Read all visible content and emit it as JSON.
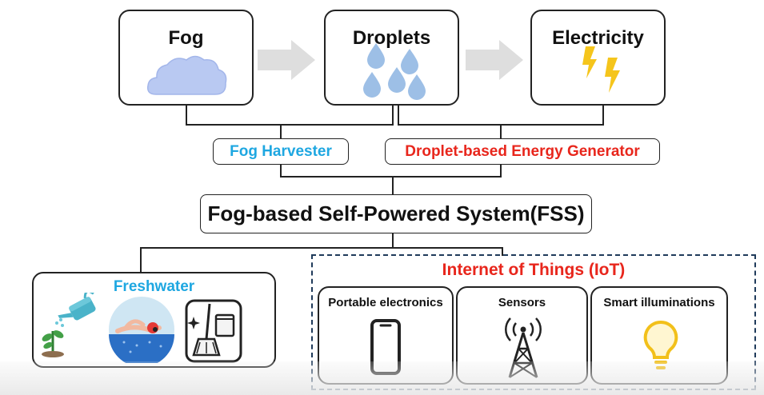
{
  "top_stages": [
    {
      "title": "Fog",
      "icon": "cloud-icon"
    },
    {
      "title": "Droplets",
      "icon": "water-droplets-icon"
    },
    {
      "title": "Electricity",
      "icon": "lightning-bolt-icon"
    }
  ],
  "devices": {
    "fog_harvester": "Fog Harvester",
    "energy_generator": "Droplet-based Energy Generator"
  },
  "system_title": "Fog-based Self-Powered System(FSS)",
  "freshwater": {
    "title": "Freshwater",
    "icons": [
      "watering-plant-icon",
      "swimming-icon",
      "cleaning-icon"
    ]
  },
  "iot": {
    "title": "Internet of Things (IoT)",
    "items": [
      {
        "label": "Portable electronics",
        "icon": "smartphone-icon"
      },
      {
        "label": "Sensors",
        "icon": "antenna-tower-icon"
      },
      {
        "label": "Smart illuminations",
        "icon": "light-bulb-icon"
      }
    ]
  },
  "colors": {
    "fog_harvester_text": "#1ea7e1",
    "energy_generator_text": "#e8261c",
    "freshwater_text": "#1ea7e1",
    "iot_title_text": "#e8261c",
    "iot_frame": "#1f3a5a",
    "cloud": "#b9c9f2",
    "droplet": "#9dbfe6",
    "lightning": "#f5c51c",
    "arrow": "#dedede"
  }
}
